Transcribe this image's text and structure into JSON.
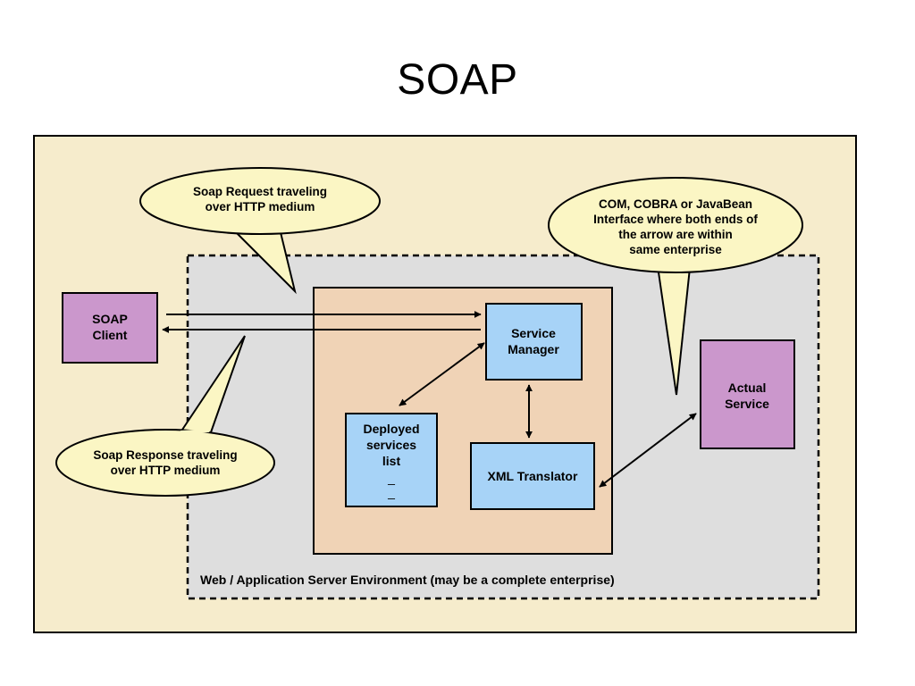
{
  "title": "SOAP",
  "colors": {
    "frame_bg": "#f6eccc",
    "environment_bg": "#dedede",
    "server_box": "#f0d3b6",
    "component_box": "#a7d3f7",
    "client_box": "#cb97cc",
    "callout_bg": "#fbf6c4"
  },
  "nodes": {
    "soap_client": [
      "SOAP",
      "Client"
    ],
    "service_manager": [
      "Service",
      "Manager"
    ],
    "deployed_services": [
      "Deployed",
      "services",
      "list",
      "_",
      "_"
    ],
    "xml_translator": "XML Translator",
    "actual_service": [
      "Actual",
      "Service"
    ]
  },
  "environment_label": "Web / Application Server Environment (may be a complete enterprise)",
  "callouts": {
    "request": [
      "Soap Request traveling",
      "over HTTP medium"
    ],
    "response": [
      "Soap Response traveling",
      "over HTTP medium"
    ],
    "interface": [
      "COM, COBRA or JavaBean",
      "Interface where both ends of",
      "the arrow are within",
      "same enterprise"
    ]
  },
  "edges": [
    {
      "from": "SOAP Client",
      "to": "Service Manager",
      "direction": "one-way"
    },
    {
      "from": "Service Manager",
      "to": "SOAP Client",
      "direction": "one-way"
    },
    {
      "from": "Service Manager",
      "to": "Deployed services list",
      "direction": "both"
    },
    {
      "from": "Service Manager",
      "to": "XML Translator",
      "direction": "both"
    },
    {
      "from": "XML Translator",
      "to": "Actual Service",
      "direction": "both"
    }
  ]
}
